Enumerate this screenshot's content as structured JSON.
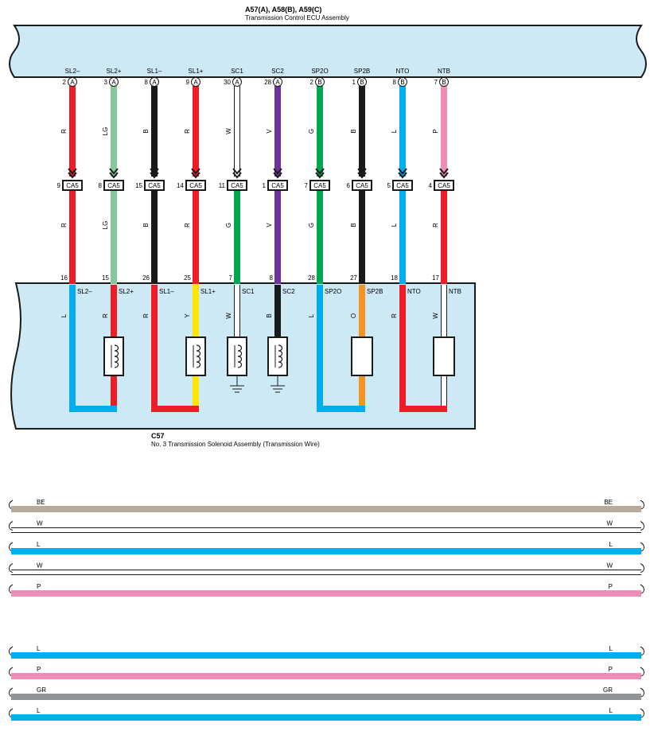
{
  "ecu": {
    "code": "A57(A), A58(B), A59(C)",
    "name": "Transmission Control ECU Assembly"
  },
  "solenoid": {
    "code": "C57",
    "name": "No.  3 Transmission Solenoid Assembly (Transmission Wire)"
  },
  "connector_label": "CA5",
  "wires": [
    {
      "signal": "SL2–",
      "ecu_pin": "2",
      "ecu_conn": "A",
      "upper_color": "R",
      "upper_hex": "#ee1c25",
      "ca5_pin": "9",
      "lower_color": "R",
      "lower_hex": "#ee1c25",
      "sol_pin": "16"
    },
    {
      "signal": "SL2+",
      "ecu_pin": "3",
      "ecu_conn": "A",
      "upper_color": "LG",
      "upper_hex": "#85c99a",
      "ca5_pin": "8",
      "lower_color": "LG",
      "lower_hex": "#85c99a",
      "sol_pin": "15"
    },
    {
      "signal": "SL1–",
      "ecu_pin": "8",
      "ecu_conn": "A",
      "upper_color": "B",
      "upper_hex": "#1a1a1a",
      "ca5_pin": "15",
      "lower_color": "B",
      "lower_hex": "#1a1a1a",
      "sol_pin": "26"
    },
    {
      "signal": "SL1+",
      "ecu_pin": "9",
      "ecu_conn": "A",
      "upper_color": "R",
      "upper_hex": "#ee1c25",
      "ca5_pin": "14",
      "lower_color": "R",
      "lower_hex": "#ee1c25",
      "sol_pin": "25"
    },
    {
      "signal": "SC1",
      "ecu_pin": "30",
      "ecu_conn": "A",
      "upper_color": "W",
      "upper_hex": "#ffffff",
      "ca5_pin": "11",
      "lower_color": "G",
      "lower_hex": "#00a651",
      "sol_pin": "7"
    },
    {
      "signal": "SC2",
      "ecu_pin": "28",
      "ecu_conn": "A",
      "upper_color": "V",
      "upper_hex": "#7030a0",
      "ca5_pin": "1",
      "lower_color": "V",
      "lower_hex": "#7030a0",
      "sol_pin": "8"
    },
    {
      "signal": "SP2O",
      "ecu_pin": "2",
      "ecu_conn": "B",
      "upper_color": "G",
      "upper_hex": "#00a651",
      "ca5_pin": "7",
      "lower_color": "G",
      "lower_hex": "#00a651",
      "sol_pin": "28"
    },
    {
      "signal": "SP2B",
      "ecu_pin": "1",
      "ecu_conn": "B",
      "upper_color": "B",
      "upper_hex": "#1a1a1a",
      "ca5_pin": "6",
      "lower_color": "B",
      "lower_hex": "#1a1a1a",
      "sol_pin": "27"
    },
    {
      "signal": "NTO",
      "ecu_pin": "8",
      "ecu_conn": "B",
      "upper_color": "L",
      "upper_hex": "#00aeef",
      "ca5_pin": "5",
      "lower_color": "L",
      "lower_hex": "#00aeef",
      "sol_pin": "18"
    },
    {
      "signal": "NTB",
      "ecu_pin": "7",
      "ecu_conn": "B",
      "upper_color": "P",
      "upper_hex": "#f08cb8",
      "ca5_pin": "4",
      "lower_color": "R",
      "lower_hex": "#ee1c25",
      "sol_pin": "17"
    }
  ],
  "internal_wires": [
    {
      "signal": "SL2–",
      "color": "L",
      "hex": "#00aeef"
    },
    {
      "signal": "SL2+",
      "color": "R",
      "hex": "#ee1c25"
    },
    {
      "signal": "SL1–",
      "color": "R",
      "hex": "#ee1c25"
    },
    {
      "signal": "SL1+",
      "color": "Y",
      "hex": "#ffe600"
    },
    {
      "signal": "SC1",
      "color": "W",
      "hex": "#ffffff"
    },
    {
      "signal": "SC2",
      "color": "B",
      "hex": "#1a1a1a"
    },
    {
      "signal": "SP2O",
      "color": "L",
      "hex": "#00aeef"
    },
    {
      "signal": "SP2B",
      "color": "O",
      "hex": "#f7941d"
    },
    {
      "signal": "NTO",
      "color": "R",
      "hex": "#ee1c25"
    },
    {
      "signal": "NTB",
      "color": "W",
      "hex": "#ffffff"
    }
  ],
  "cable_group_1": [
    {
      "color": "BE",
      "hex": "#b9a99a"
    },
    {
      "color": "W",
      "hex": "#ffffff"
    },
    {
      "color": "L",
      "hex": "#00aeef"
    },
    {
      "color": "W",
      "hex": "#ffffff"
    },
    {
      "color": "P",
      "hex": "#f08cb8"
    }
  ],
  "cable_group_2": [
    {
      "color": "L",
      "hex": "#00aeef"
    },
    {
      "color": "P",
      "hex": "#f08cb8"
    },
    {
      "color": "GR",
      "hex": "#929497"
    },
    {
      "color": "L",
      "hex": "#00aeef"
    }
  ],
  "colors": {
    "box_fill": "#cde9f6",
    "outline": "#1a1a1a"
  }
}
